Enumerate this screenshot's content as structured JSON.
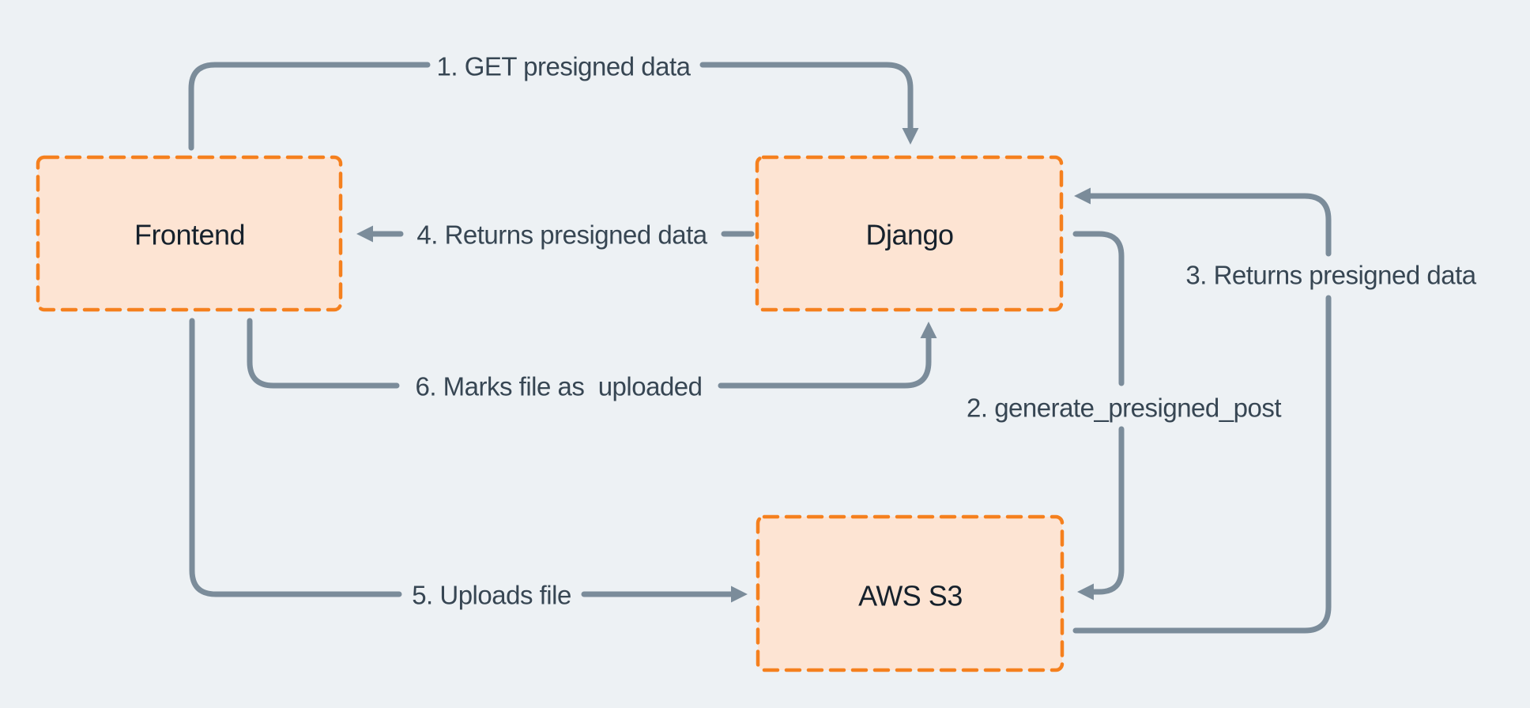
{
  "diagram": {
    "type": "flow-diagram",
    "colors": {
      "background": "#edf1f4",
      "node_fill": "#fde4d3",
      "node_border": "#f5801e",
      "arrow": "#7b8c9a",
      "edge_label_text": "#374653",
      "node_text": "#16212c"
    },
    "nodes": [
      {
        "id": "frontend",
        "label": "Frontend"
      },
      {
        "id": "django",
        "label": "Django"
      },
      {
        "id": "aws-s3",
        "label": "AWS S3"
      }
    ],
    "edges": [
      {
        "id": "1",
        "label": "1. GET presigned data",
        "from": "Frontend",
        "to": "Django"
      },
      {
        "id": "2",
        "label": "2. generate_presigned_post",
        "from": "Django",
        "to": "AWS S3"
      },
      {
        "id": "3",
        "label": "3. Returns presigned data",
        "from": "AWS S3",
        "to": "Django"
      },
      {
        "id": "4",
        "label": "4. Returns presigned data",
        "from": "Django",
        "to": "Frontend"
      },
      {
        "id": "5",
        "label": "5. Uploads file",
        "from": "Frontend",
        "to": "AWS S3"
      },
      {
        "id": "6",
        "label": "6. Marks file as  uploaded",
        "from": "Frontend",
        "to": "Django"
      }
    ]
  }
}
